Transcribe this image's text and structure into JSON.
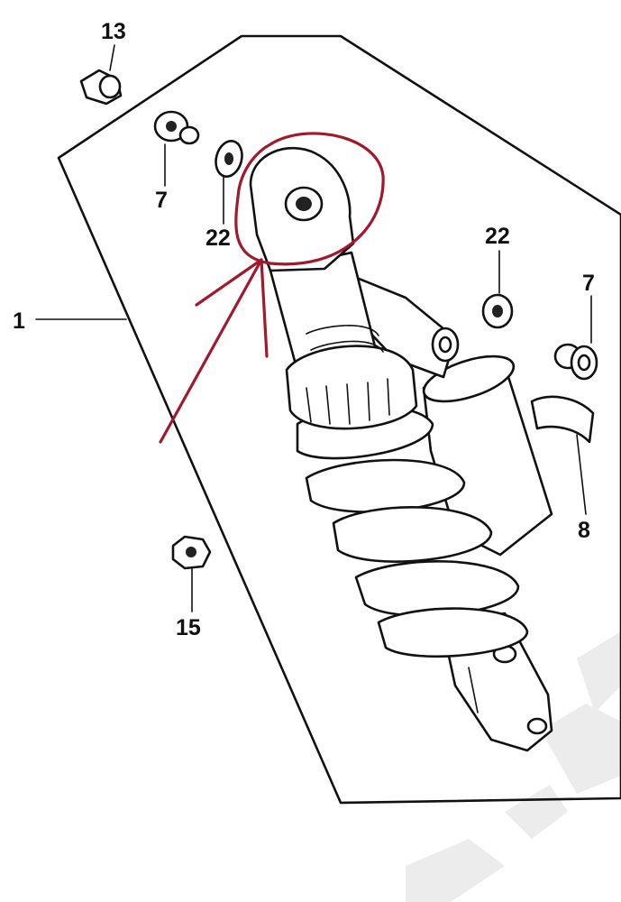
{
  "diagram": {
    "callouts": {
      "c1": "1",
      "c7a": "7",
      "c7b": "7",
      "c8": "8",
      "c13": "13",
      "c15": "15",
      "c22a": "22",
      "c22b": "22"
    },
    "colors": {
      "line": "#111111",
      "annotation": "#a3192b",
      "watermark": "#ececec"
    },
    "icons": [
      "rear-shock-absorber-icon",
      "bolt-icon",
      "nut-icon",
      "washer-icon",
      "collar-icon",
      "clip-icon"
    ]
  }
}
